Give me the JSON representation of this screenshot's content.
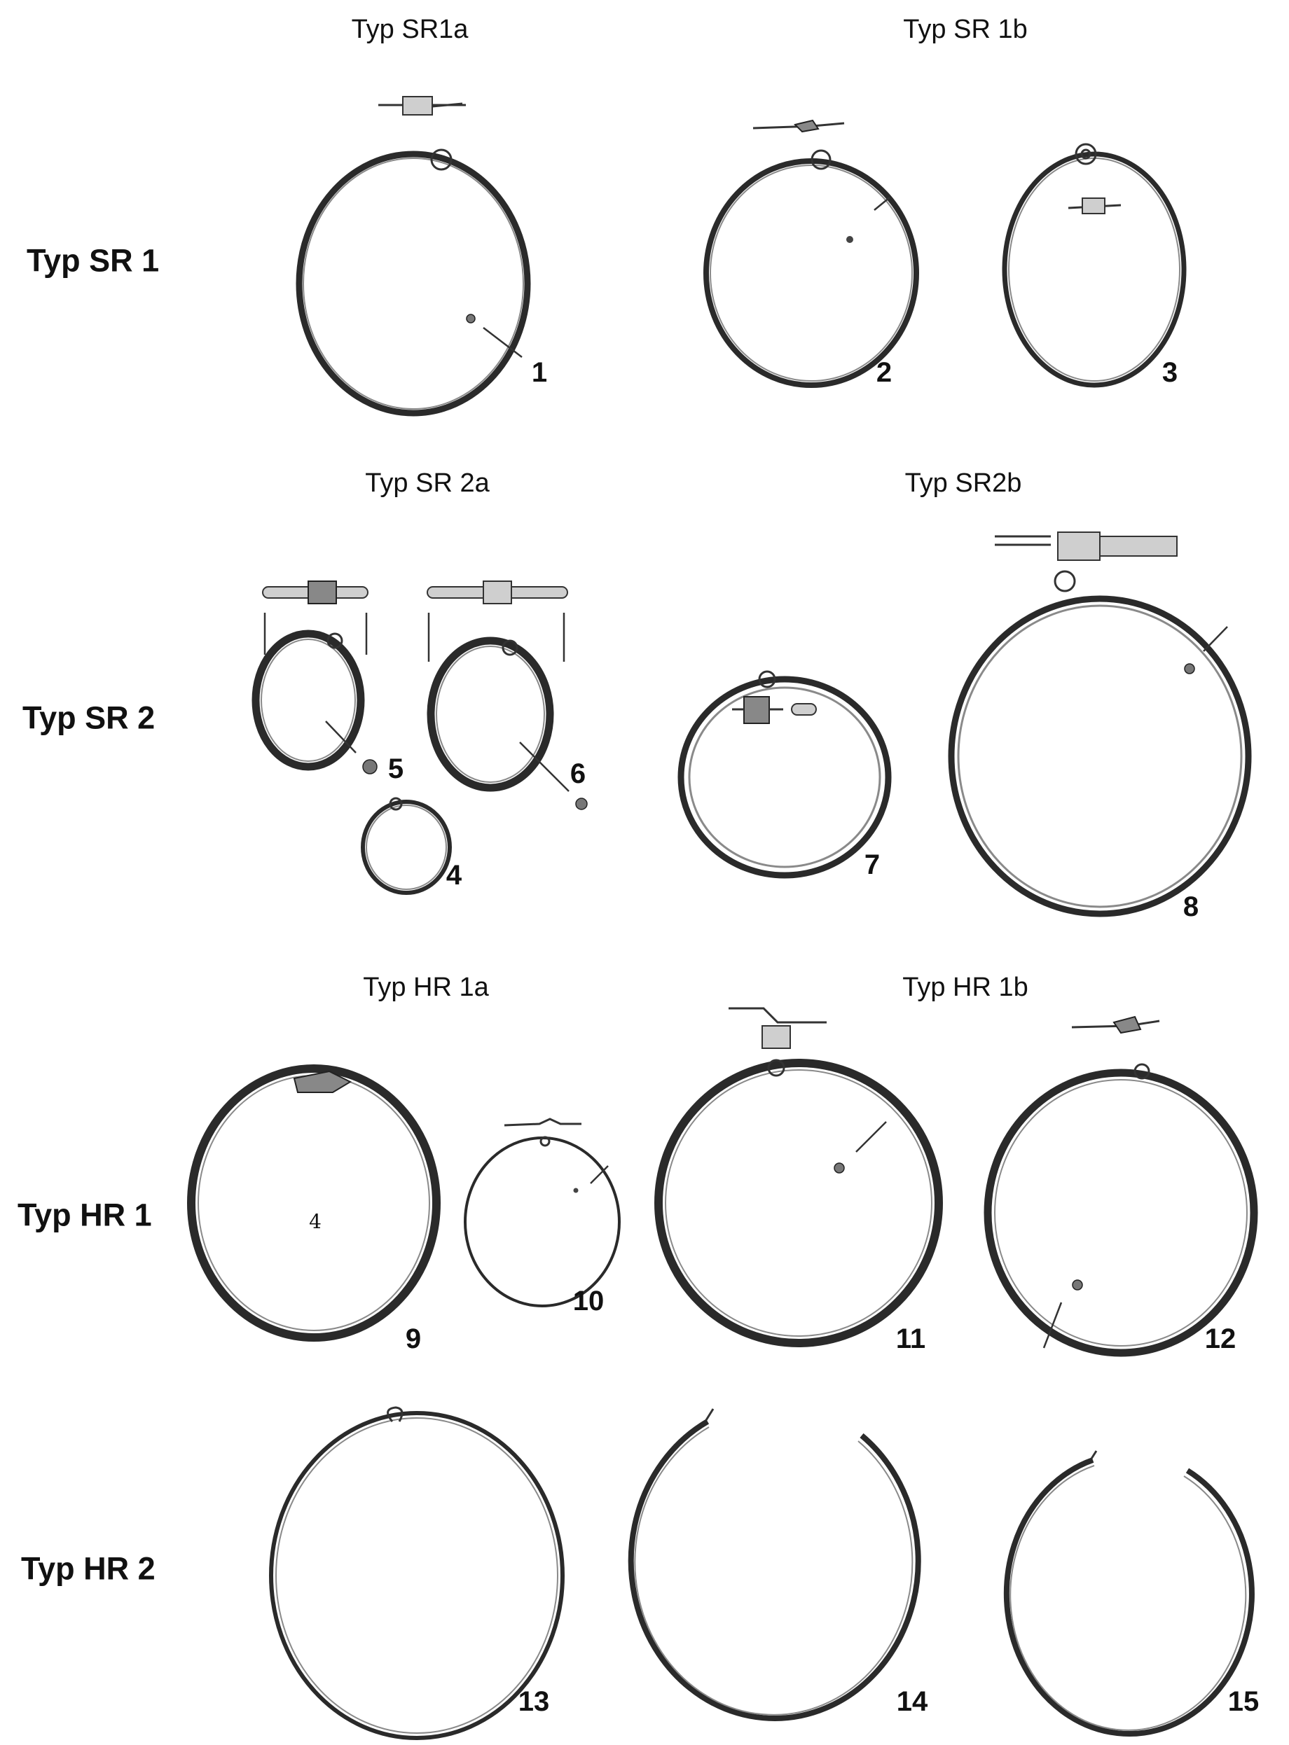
{
  "rows": [
    {
      "label": "Typ SR 1"
    },
    {
      "label": "Typ SR 2"
    },
    {
      "label": "Typ HR 1"
    },
    {
      "label": "Typ HR 2"
    }
  ],
  "subtypes": [
    {
      "label": "Typ SR1a"
    },
    {
      "label": "Typ SR 1b"
    },
    {
      "label": "Typ SR 2a"
    },
    {
      "label": "Typ SR2b"
    },
    {
      "label": "Typ HR 1a"
    },
    {
      "label": "Typ HR 1b"
    }
  ],
  "items": [
    {
      "number": "1"
    },
    {
      "number": "2"
    },
    {
      "number": "3"
    },
    {
      "number": "4"
    },
    {
      "number": "5"
    },
    {
      "number": "6"
    },
    {
      "number": "7"
    },
    {
      "number": "8"
    },
    {
      "number": "9"
    },
    {
      "number": "10"
    },
    {
      "number": "11"
    },
    {
      "number": "12"
    },
    {
      "number": "13"
    },
    {
      "number": "14"
    },
    {
      "number": "15"
    }
  ],
  "annotations": {
    "inner_mark": "4"
  }
}
